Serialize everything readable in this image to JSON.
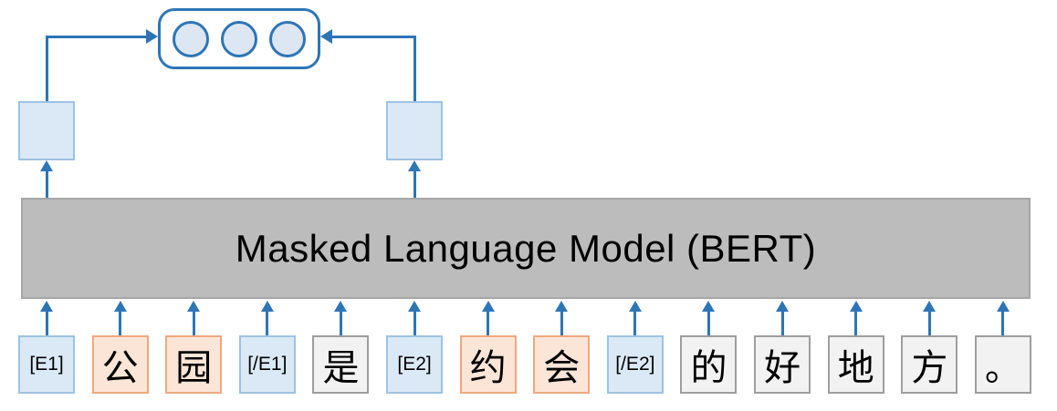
{
  "model": {
    "label": "Masked Language Model (BERT)"
  },
  "output_unit": {
    "circle_count": 3,
    "description": "pooled-representation"
  },
  "entity_states": {
    "left": "entity1-hidden-state",
    "right": "entity2-hidden-state"
  },
  "tokens": [
    {
      "text": "[E1]",
      "style": "special"
    },
    {
      "text": "公",
      "style": "entity"
    },
    {
      "text": "园",
      "style": "entity"
    },
    {
      "text": "[/E1]",
      "style": "special"
    },
    {
      "text": "是",
      "style": "plain"
    },
    {
      "text": "[E2]",
      "style": "special"
    },
    {
      "text": "约",
      "style": "entity"
    },
    {
      "text": "会",
      "style": "entity"
    },
    {
      "text": "[/E2]",
      "style": "special"
    },
    {
      "text": "的",
      "style": "plain"
    },
    {
      "text": "好",
      "style": "plain"
    },
    {
      "text": "地",
      "style": "plain"
    },
    {
      "text": "方",
      "style": "plain"
    },
    {
      "text": "。",
      "style": "plain"
    }
  ],
  "colors": {
    "arrow_blue": "#2e75b6",
    "blue_token_fill": "#dbe9f7",
    "blue_token_border": "#9cc3e3",
    "orange_token_fill": "#fbe5d7",
    "orange_token_border": "#eda97e",
    "gray_token_fill": "#f2f2f2",
    "gray_token_border": "#9e9e9e",
    "model_band_fill": "#bcbcbc",
    "model_band_border": "#a6a6a6",
    "circle_fill": "#dde7f3"
  }
}
